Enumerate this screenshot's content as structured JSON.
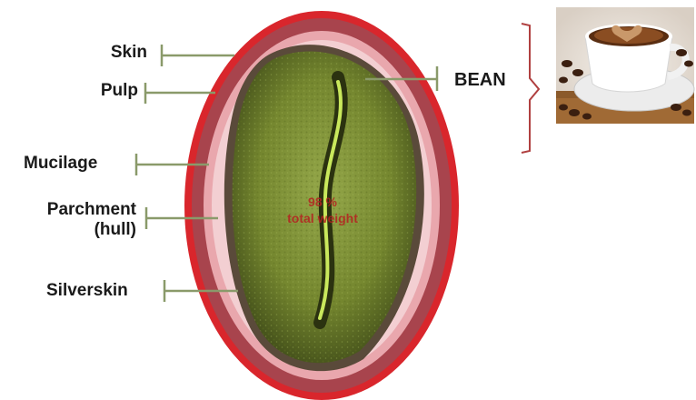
{
  "labels": {
    "skin": "Skin",
    "pulp": "Pulp",
    "mucilage": "Mucilage",
    "parchment_line1": "Parchment",
    "parchment_line2": "(hull)",
    "silverskin": "Silverskin",
    "bean": "BEAN"
  },
  "center": {
    "line1": "98 %",
    "line2": "total weight"
  },
  "colors": {
    "skin": "#d9262c",
    "pulp": "#a8444d",
    "mucilage": "#e9a7ad",
    "parchment": "#f3cfd2",
    "silverskin": "#7a5c4a",
    "bean": "#7a8f34",
    "leader": "#8a9a6a",
    "brace": "#b04040"
  },
  "icons": {
    "coffee_cup": "coffee-cup-photo"
  }
}
